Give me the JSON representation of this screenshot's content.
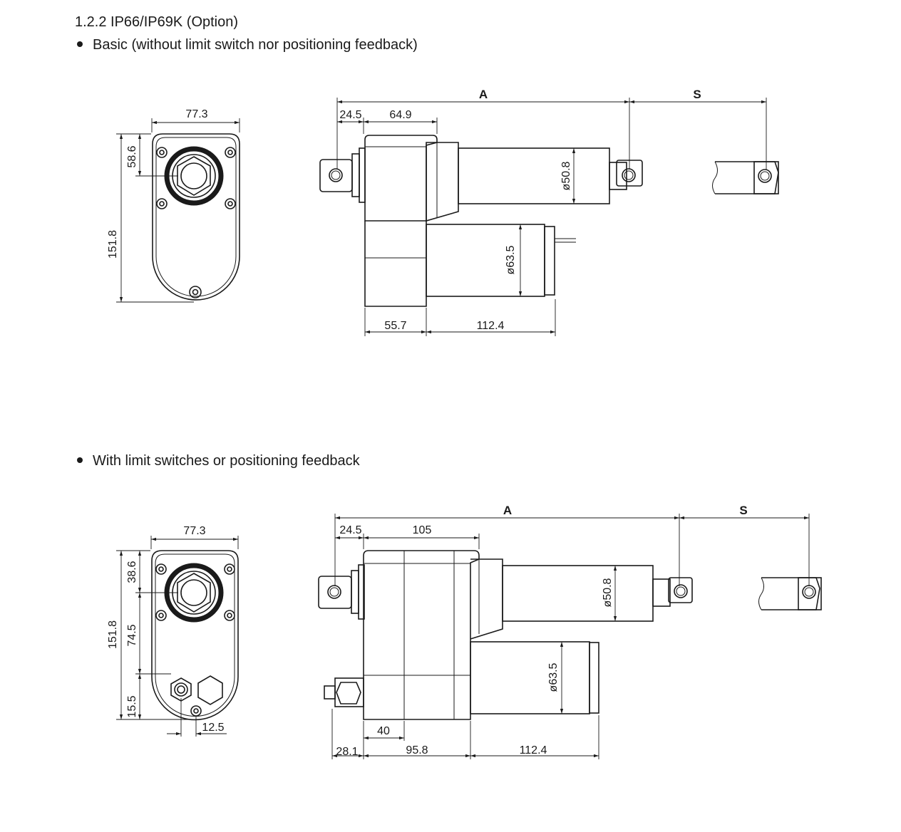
{
  "heading": "1.2.2  IP66/IP69K (Option)",
  "sections": [
    {
      "bullet": "Basic (without limit switch nor positioning feedback)",
      "labels": {
        "A": "A",
        "S": "S",
        "front_width": "77.3",
        "front_hole": "58.6",
        "front_height": "151.8",
        "rear_offset": "24.5",
        "gear_len": "64.9",
        "rod_dia": "ø50.8",
        "motor_dia": "ø63.5",
        "base_len": "55.7",
        "motor_len": "112.4"
      }
    },
    {
      "bullet": "With limit switches or positioning feedback",
      "labels": {
        "A": "A",
        "S": "S",
        "front_width": "77.3",
        "front_hole": "38.6",
        "front_height": "151.8",
        "front_mid": "74.5",
        "front_bottom": "15.5",
        "front_offset": "12.5",
        "rear_offset": "24.5",
        "gear_len": "105",
        "rod_dia": "ø50.8",
        "motor_dia": "ø63.5",
        "box_len": "40",
        "cable_len": "28.1",
        "base_len": "95.8",
        "motor_len": "112.4"
      }
    }
  ]
}
